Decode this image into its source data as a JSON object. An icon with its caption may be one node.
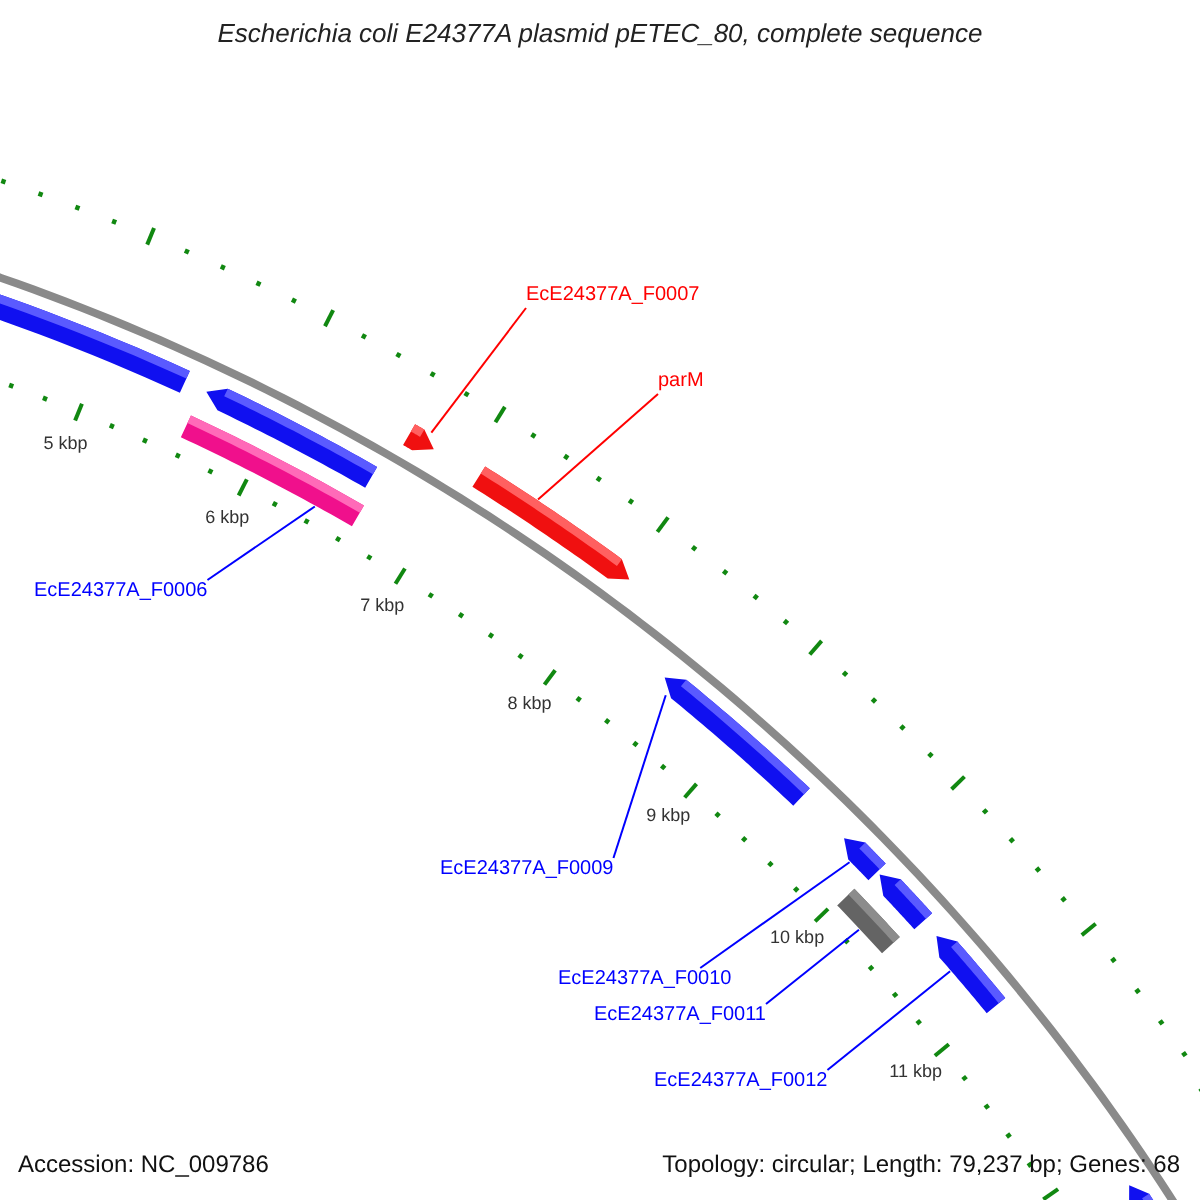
{
  "diagram": {
    "title": "Escherichia coli E24377A plasmid pETEC_80, complete sequence",
    "nodes": [
      {
        "text": [
          "EcE24377A_F0007"
        ]
      },
      {
        "text": [
          "parM"
        ]
      },
      {
        "text": [
          "EcE24377A_F0006"
        ]
      },
      {
        "text": [
          "EcE24377A_F0009"
        ]
      },
      {
        "text": [
          "EcE24377A_F0010"
        ]
      },
      {
        "text": [
          "EcE24377A_F0011"
        ]
      },
      {
        "text": [
          "EcE24377A_F0012"
        ]
      },
      {
        "text": [],
        "shape": "arrow"
      },
      {
        "text": [],
        "shape": "arrow"
      },
      {
        "text": [],
        "shape": "bar"
      },
      {
        "text": [],
        "shape": "arrow"
      },
      {
        "text": [],
        "shape": "arrow"
      },
      {
        "text": [],
        "shape": "bar"
      },
      {
        "text": [],
        "shape": "arrow"
      }
    ],
    "edges": [
      {
        "from": 0,
        "to": 7,
        "arrow": "none",
        "color": "#ff0000"
      },
      {
        "from": 1,
        "to": 8,
        "arrow": "none",
        "color": "#ff0000"
      },
      {
        "from": 2,
        "to": 9,
        "arrow": "none"
      },
      {
        "from": 3,
        "to": 10,
        "arrow": "none"
      },
      {
        "from": 4,
        "to": 11,
        "arrow": "none"
      },
      {
        "from": 5,
        "to": 12,
        "arrow": "none"
      },
      {
        "from": 6,
        "to": 13,
        "arrow": "none"
      }
    ],
    "labels": [
      "5 kbp",
      "6 kbp",
      "7 kbp",
      "8 kbp",
      "9 kbp",
      "10 kbp",
      "11 kbp",
      "Accession: NC_009786",
      "Topology: circular; Length: 79,237 bp; Genes: 68"
    ]
  }
}
